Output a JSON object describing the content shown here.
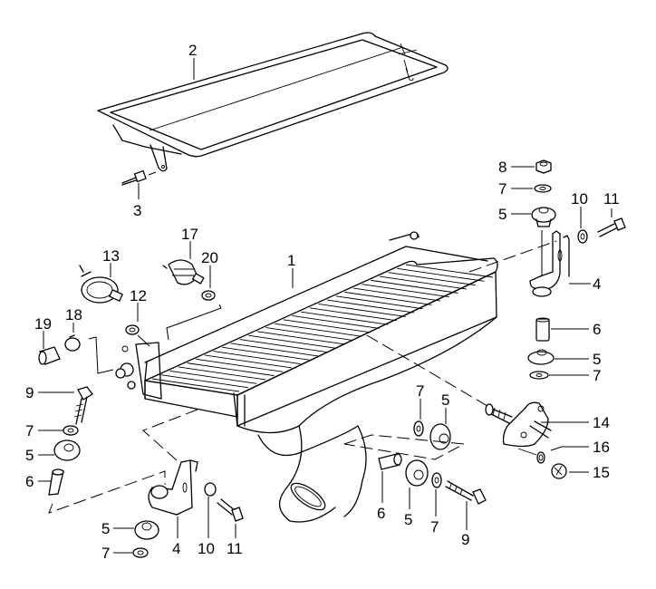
{
  "diagram": {
    "title": "Intercooler assembly exploded view",
    "callouts": {
      "c1": "1",
      "c2": "2",
      "c3": "3",
      "c4a": "4",
      "c4b": "4",
      "c5a": "5",
      "c5b": "5",
      "c5c": "5",
      "c5d": "5",
      "c5e": "5",
      "c5f": "5",
      "c6a": "6",
      "c6b": "6",
      "c6c": "6",
      "c7a": "7",
      "c7b": "7",
      "c7c": "7",
      "c7d": "7",
      "c7e": "7",
      "c7f": "7",
      "c8": "8",
      "c9a": "9",
      "c9b": "9",
      "c10a": "10",
      "c10b": "10",
      "c11a": "11",
      "c11b": "11",
      "c12": "12",
      "c13": "13",
      "c14": "14",
      "c15": "15",
      "c16": "16",
      "c17": "17",
      "c18": "18",
      "c19": "19",
      "c20": "20"
    }
  }
}
